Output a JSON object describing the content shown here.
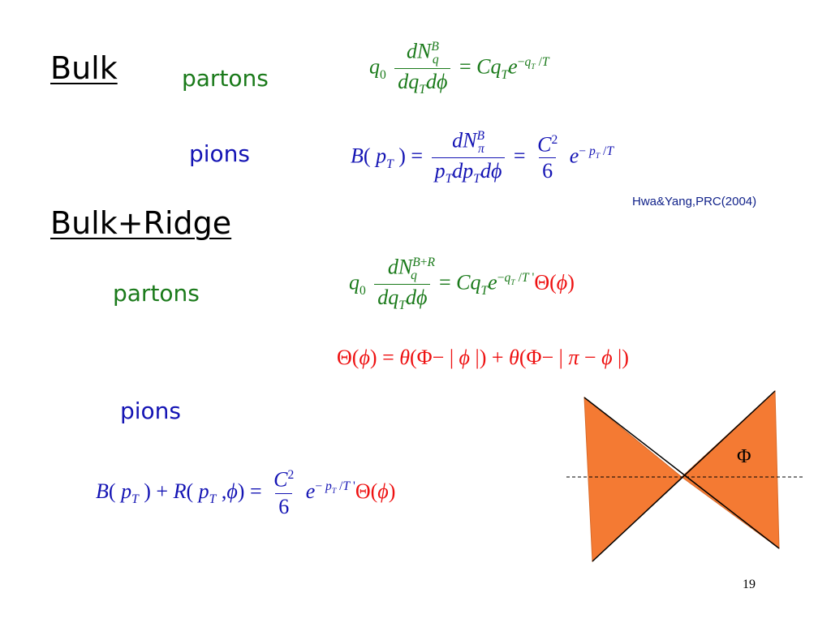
{
  "headings": {
    "bulk": "Bulk",
    "bulk_ridge": "Bulk+Ridge"
  },
  "labels": {
    "partons_1": "partons",
    "pions_1": "pions",
    "partons_2": "partons",
    "pions_2": "pions"
  },
  "citation": "Hwa&Yang,PRC(2004)",
  "diagram": {
    "phi_label": "Φ"
  },
  "page_number": "19",
  "colors": {
    "green": "#1a7a1a",
    "blue": "#1414b4",
    "red": "#ee1111",
    "wedge": "#f47a33"
  }
}
